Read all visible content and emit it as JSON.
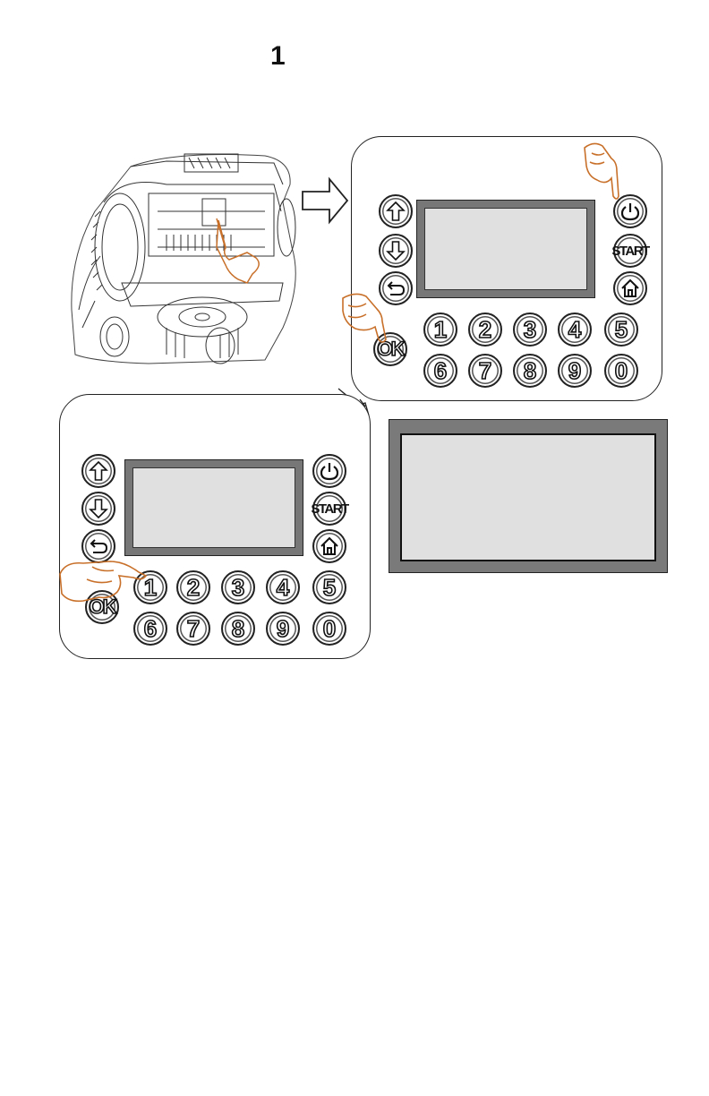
{
  "page": {
    "number": "1"
  },
  "keypad": {
    "digits_row1": [
      "1",
      "2",
      "3",
      "4",
      "5"
    ],
    "digits_row2": [
      "6",
      "7",
      "8",
      "9",
      "0"
    ],
    "start_label": "START",
    "ok_label": "OK",
    "icons": [
      "up-arrow-icon",
      "down-arrow-icon",
      "back-icon",
      "power-icon",
      "start-icon",
      "home-icon"
    ]
  },
  "colors": {
    "hand": "#c8702a",
    "outline": "#222222",
    "lcd_frame": "#777777",
    "lcd_screen": "#e0e0e0"
  }
}
